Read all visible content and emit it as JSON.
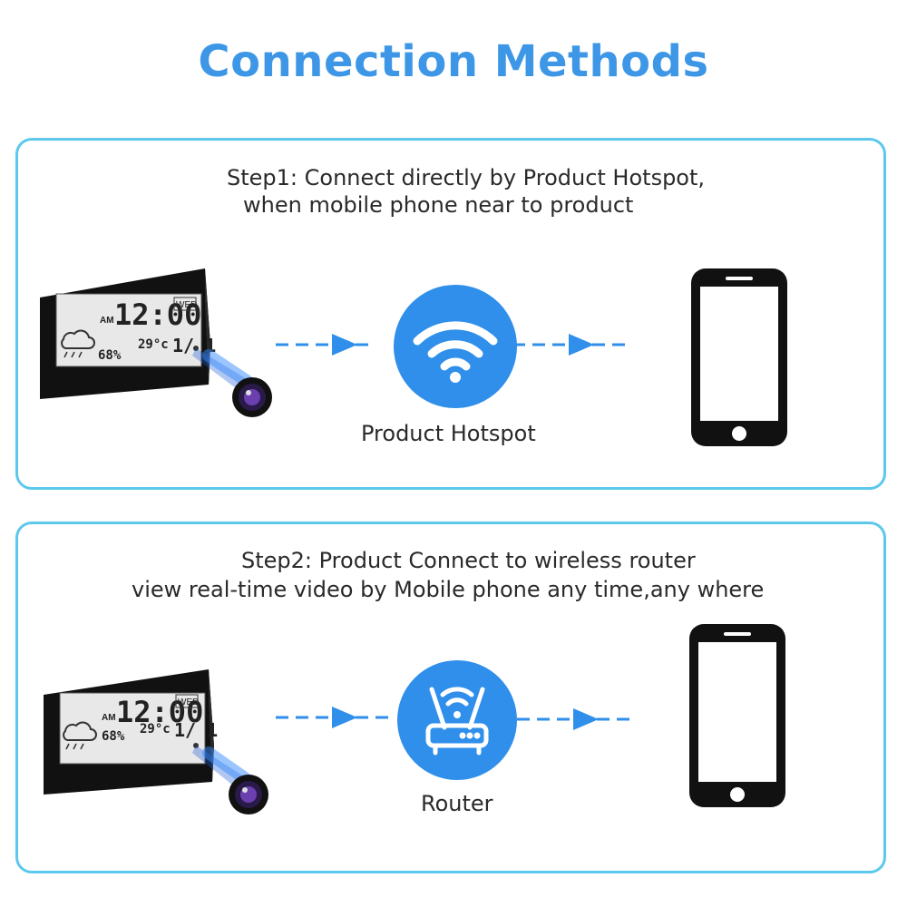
{
  "title": "Connection Methods",
  "colors": {
    "accent_blue": "#3d97e6",
    "panel_border": "#5cc8ec",
    "circle_fill": "#2f8fea",
    "device_black": "#111111"
  },
  "step1": {
    "line1": "Step1: Connect directly by Product Hotspot,",
    "line2": "when mobile phone near to product",
    "hub_label": "Product Hotspot",
    "hub_icon": "wifi-icon"
  },
  "step2": {
    "line1": "Step2: Product Connect to wireless router",
    "line2": "view real-time video by Mobile phone any time,any where",
    "hub_label": "Router",
    "hub_icon": "router-icon"
  },
  "clock": {
    "am": "AM",
    "time": "12:00",
    "day": "WED",
    "humidity": "68%",
    "temperature": "29°c",
    "date": "1/ 1"
  }
}
